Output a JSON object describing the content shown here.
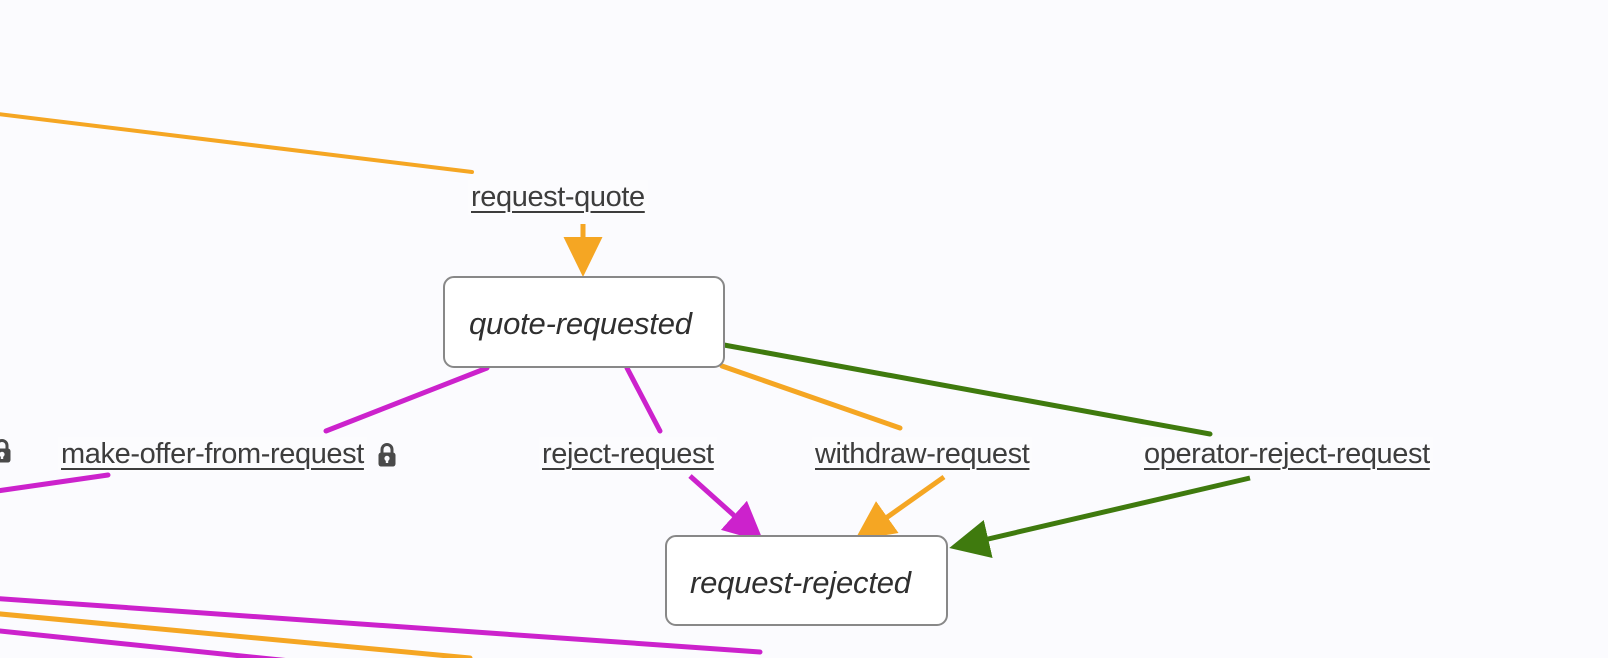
{
  "diagram": {
    "type": "state-machine",
    "background_color": "#fbfbfe",
    "edge_colors": {
      "orange": "#F5A623",
      "magenta": "#CC22CC",
      "green": "#3F7A0E",
      "node_border": "#888888",
      "label_text": "#3d3d3d"
    },
    "states": [
      {
        "id": "quote-requested",
        "label": "quote-requested"
      },
      {
        "id": "request-rejected",
        "label": "request-rejected"
      }
    ],
    "transitions": [
      {
        "id": "request-quote",
        "label": "request-quote",
        "color": "orange",
        "locked": false
      },
      {
        "id": "make-offer-from-request",
        "label": "make-offer-from-request",
        "color": "magenta",
        "locked": true
      },
      {
        "id": "reject-request",
        "label": "reject-request",
        "color": "magenta",
        "locked": false
      },
      {
        "id": "withdraw-request",
        "label": "withdraw-request",
        "color": "orange",
        "locked": false
      },
      {
        "id": "operator-reject-request",
        "label": "operator-reject-request",
        "color": "green",
        "locked": false
      }
    ],
    "icons": {
      "lock": "lock-icon"
    }
  }
}
